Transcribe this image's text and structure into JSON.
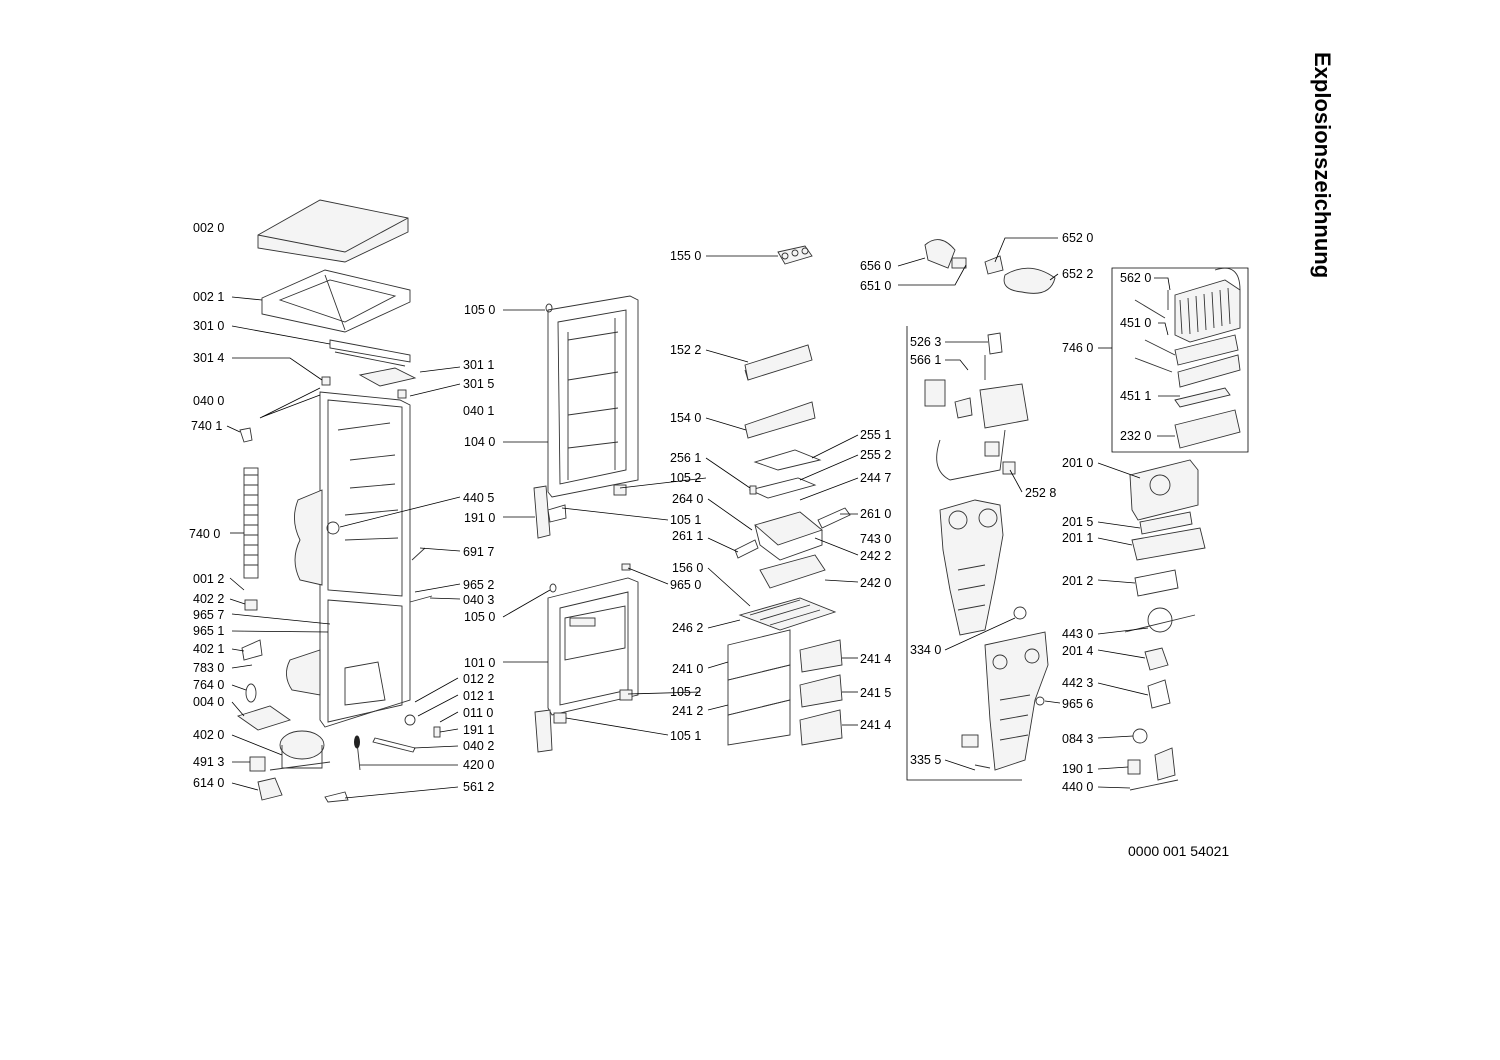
{
  "title": "Explosionszeichnung",
  "document_number": "0000 001 54021",
  "labels": {
    "l0020": "002 0",
    "l0021": "002 1",
    "l3010": "301 0",
    "l3014": "301 4",
    "l0400": "040 0",
    "l7401": "740 1",
    "l7400": "740 0",
    "l0012": "001 2",
    "l4022": "402 2",
    "l9657": "965 7",
    "l9651": "965 1",
    "l4021": "402 1",
    "l7830": "783 0",
    "l7640": "764 0",
    "l0040": "004 0",
    "l4020": "402 0",
    "l4913": "491 3",
    "l6140": "614 0",
    "l3011": "301 1",
    "l3015": "301 5",
    "l0401": "040 1",
    "l4405": "440 5",
    "l6917": "691 7",
    "l9652": "965 2",
    "l0403": "040 3",
    "l0122": "012 2",
    "l0121": "012 1",
    "l0110": "011 0",
    "l1911": "191 1",
    "l0402": "040 2",
    "l4200": "420 0",
    "l5612": "561 2",
    "l1050a": "105 0",
    "l1040": "104 0",
    "l1910": "191 0",
    "l1050b": "105 0",
    "l1010": "101 0",
    "l1550": "155 0",
    "l1522": "152 2",
    "l1540": "154 0",
    "l2561": "256 1",
    "l1052": "105 2",
    "l2640": "264 0",
    "l2611": "261 1",
    "l1560": "156 0",
    "l2462": "246 2",
    "l2410": "241 0",
    "l1052b": "105 2",
    "l2412": "241 2",
    "l2551": "255 1",
    "l2552": "255 2",
    "l2447": "244 7",
    "l1051": "105 1",
    "l2610": "261 0",
    "l7430": "743 0",
    "l2422": "242 2",
    "l2420": "242 0",
    "l9650": "965 0",
    "l2414a": "241 4",
    "l2415": "241 5",
    "l2414b": "241 4",
    "l1051b": "105 1",
    "l6560": "656 0",
    "l6510": "651 0",
    "l6520": "652 0",
    "l6522": "652 2",
    "l5263": "526 3",
    "l5661": "566 1",
    "l2528": "252 8",
    "l3340": "334 0",
    "l3355": "335 5",
    "l9656": "965 6",
    "l7460": "746 0",
    "l5620": "562 0",
    "l4510": "451 0",
    "l4511": "451 1",
    "l2320": "232 0",
    "l2010": "201 0",
    "l2015": "201 5",
    "l2011": "201 1",
    "l2012": "201 2",
    "l4430": "443 0",
    "l2014": "201 4",
    "l4423": "442 3",
    "l0843": "084 3",
    "l1901": "190 1",
    "l4400": "440 0"
  }
}
